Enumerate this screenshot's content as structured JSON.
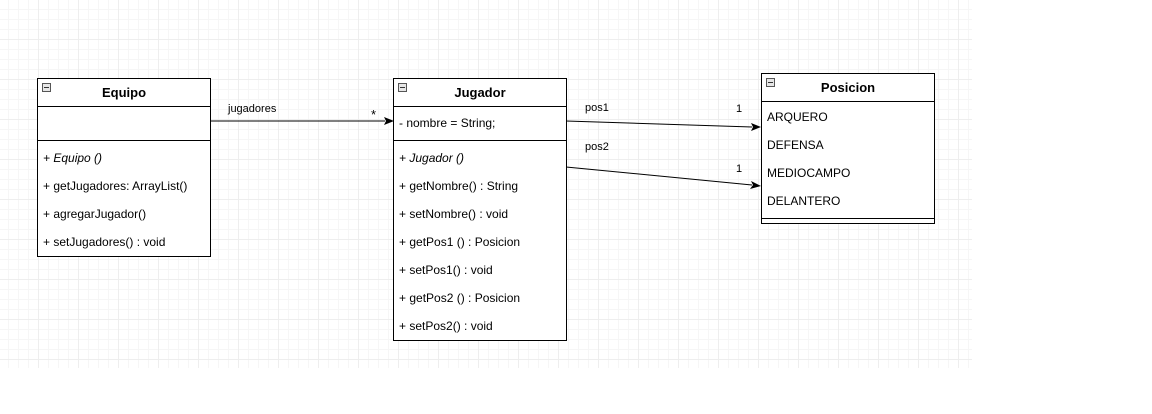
{
  "classes": {
    "equipo": {
      "name": "Equipo",
      "attributes": [],
      "methods": [
        "+ Equipo ()",
        "+ getJugadores: ArrayList()",
        "+ agregarJugador()",
        "+ setJugadores() : void"
      ]
    },
    "jugador": {
      "name": "Jugador",
      "attributes": [
        "- nombre = String;"
      ],
      "methods": [
        "+ Jugador ()",
        "+ getNombre() : String",
        "+ setNombre() : void",
        "+ getPos1 () : Posicion",
        "+ setPos1() : void",
        "+ getPos2 () : Posicion",
        "+ setPos2() : void"
      ]
    },
    "posicion": {
      "name": "Posicion",
      "values": [
        "ARQUERO",
        "DEFENSA",
        "MEDIOCAMPO",
        "DELANTERO"
      ]
    }
  },
  "associations": {
    "equipo_jugador": {
      "label": "jugadores",
      "target_multiplicity": "*"
    },
    "pos1": {
      "label": "pos1",
      "target_multiplicity": "1"
    },
    "pos2": {
      "label": "pos2",
      "target_multiplicity": "1"
    }
  }
}
